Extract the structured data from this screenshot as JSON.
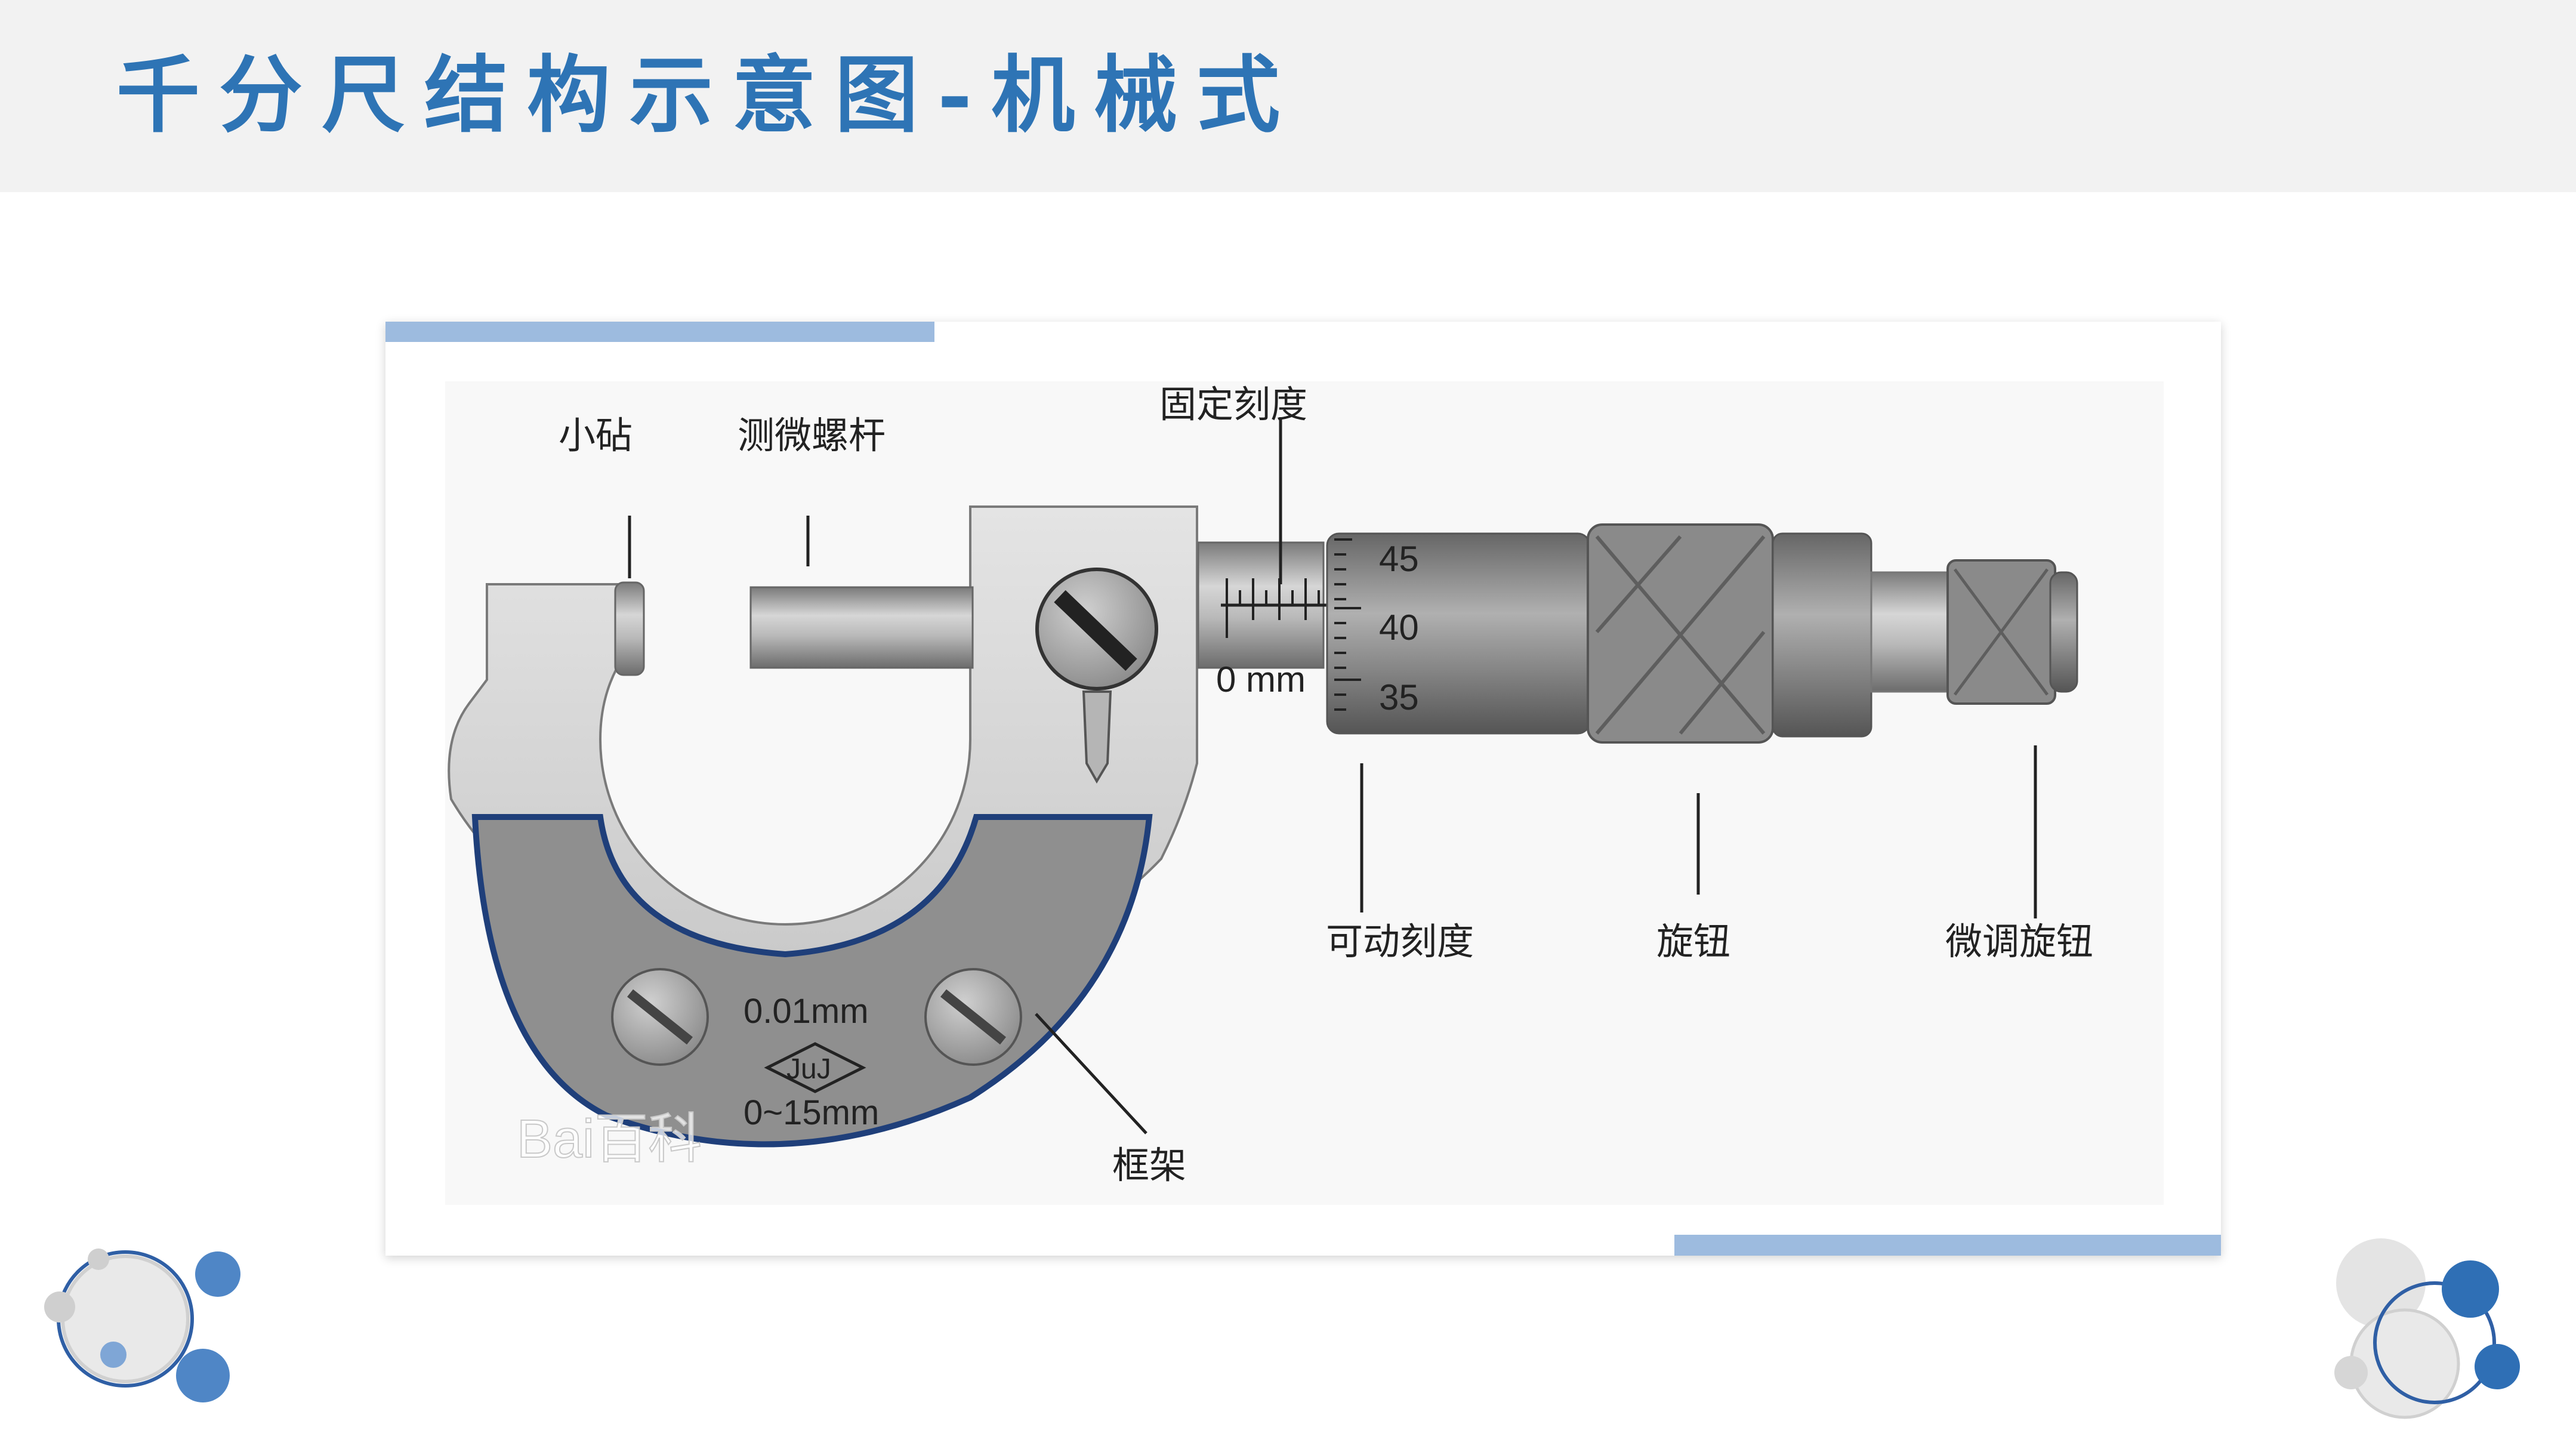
{
  "slide": {
    "title": "千分尺结构示意图-机械式"
  },
  "diagram": {
    "labels": {
      "anvil": "小砧",
      "spindle": "测微螺杆",
      "sleeve_scale": "固定刻度",
      "thimble_scale": "可动刻度",
      "knob": "旋钮",
      "ratchet": "微调旋钮",
      "frame": "框架"
    },
    "scale_numbers": [
      "45",
      "40",
      "35"
    ],
    "sleeve_unit": "0 mm",
    "frame_text": {
      "resolution": "0.01mm",
      "logo": "JuJ",
      "range": "0~15mm"
    },
    "watermark": "Bai百科"
  },
  "colors": {
    "title": "#2e74b5",
    "accent_bar": "#9dbbdf",
    "frame_outline": "#1f3f7a"
  }
}
